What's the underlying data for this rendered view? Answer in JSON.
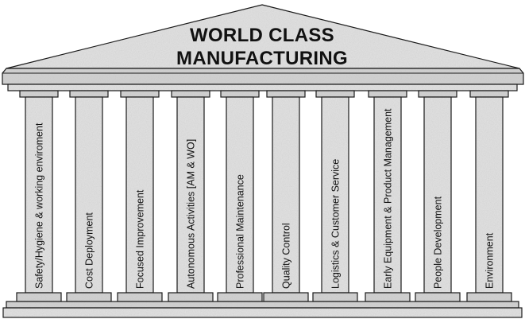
{
  "title": {
    "line1": "WORLD CLASS",
    "line2": "MANUFACTURING"
  },
  "pillars": [
    {
      "label": "Safety/Hygiene & working enviroment"
    },
    {
      "label": "Cost Deployment"
    },
    {
      "label": "Focused Improvement"
    },
    {
      "label": "Autonomous Activities [AM & WO]"
    },
    {
      "label": "Professional Maintenance"
    },
    {
      "label": "Quality Control"
    },
    {
      "label": "Logistics & Customer Service"
    },
    {
      "label": "Early Equipment & Product Management"
    },
    {
      "label": "People Development"
    },
    {
      "label": "Environment"
    }
  ],
  "colors": {
    "stone": "#dcdcdc",
    "outline": "#1a1a1a",
    "text": "#111111"
  }
}
